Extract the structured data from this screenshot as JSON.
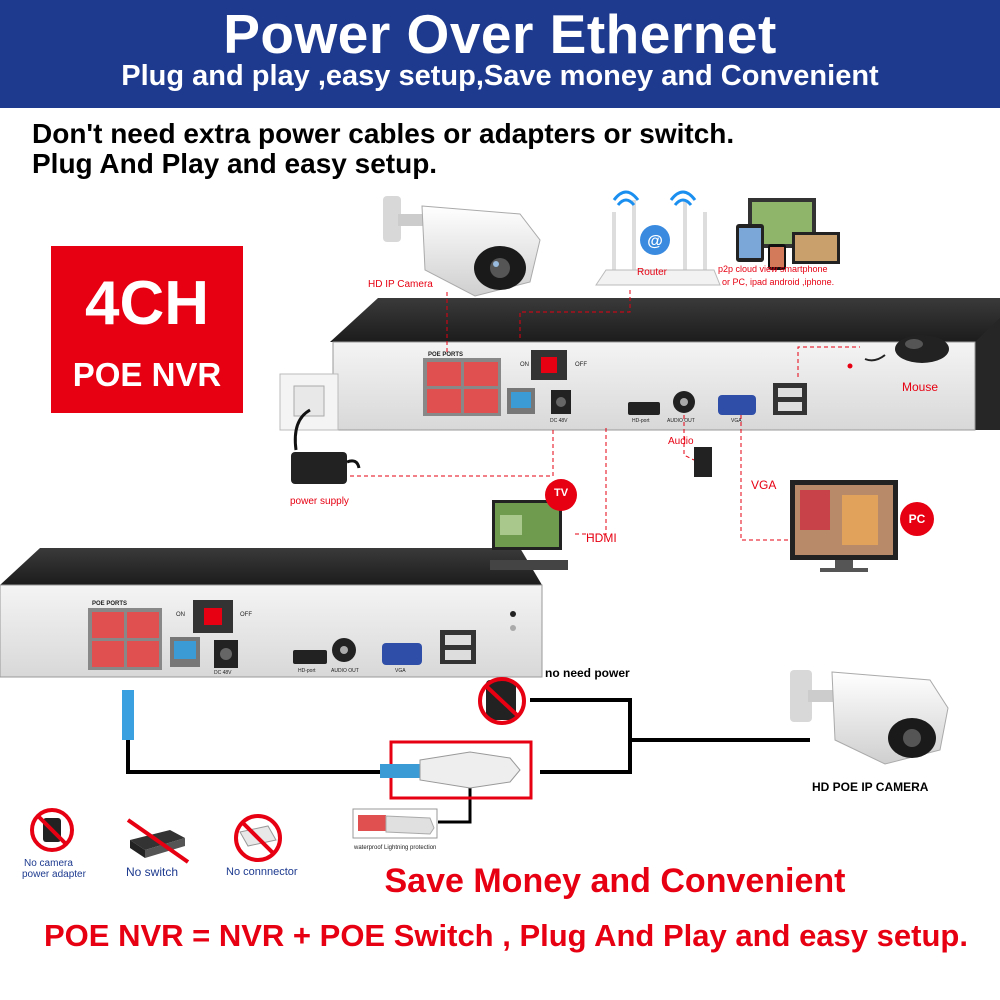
{
  "banner": {
    "title": "Power Over Ethernet",
    "subtitle": "Plug and play ,easy setup,Save money and Convenient"
  },
  "intro": {
    "line1": "Don't need extra power cables or adapters or switch.",
    "line2": "Plug And Play and easy setup."
  },
  "badge": {
    "main": "4CH",
    "sub": "POE NVR"
  },
  "upper_diagram": {
    "hd_ip_camera": "HD IP Camera",
    "router": "Router",
    "p2p_line1": "p2p cloud  view smartphone",
    "p2p_line2": "or PC, ipad android ,iphone.",
    "mouse": "Mouse",
    "power_supply": "power supply",
    "audio": "Audio",
    "vga": "VGA",
    "hdmi": "HDMI",
    "tv": "TV",
    "pc": "PC"
  },
  "nvr_panel": {
    "poe_ports": "POE PORTS",
    "on": "ON",
    "off": "OFF",
    "dc": "DC 48V",
    "hd_port": "HD-port",
    "audio_out": "AUDIO OUT",
    "vga": "VGA"
  },
  "lower_diagram": {
    "no_need_power": "no need power",
    "hd_poe_ip_camera": "HD POE IP CAMERA",
    "waterproof": "waterproof Lightning protection"
  },
  "icons": {
    "no_adapter_line1": "No camera",
    "no_adapter_line2": "power adapter",
    "no_switch": "No switch",
    "no_connector": "No connnector"
  },
  "footer": {
    "save": "Save Money and Convenient",
    "equation": "POE NVR = NVR + POE Switch , Plug And Play and easy setup."
  },
  "colors": {
    "banner_blue": "#1d3a8f",
    "accent_red": "#e60012",
    "nvr_dark": "#2c2c2c",
    "port_red": "#e05050"
  }
}
